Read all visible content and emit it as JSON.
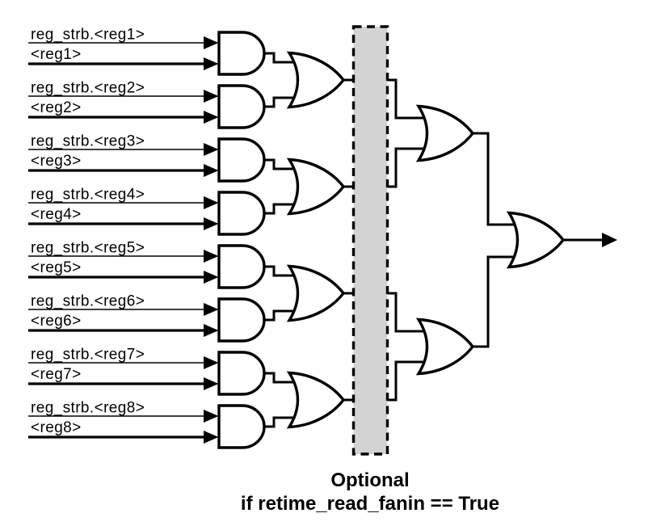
{
  "caption": {
    "line1": "Optional",
    "line2": "if retime_read_fanin == True"
  },
  "inputs": [
    {
      "strobe": "reg_strb.<reg1>",
      "reg": "<reg1>"
    },
    {
      "strobe": "reg_strb.<reg2>",
      "reg": "<reg2>"
    },
    {
      "strobe": "reg_strb.<reg3>",
      "reg": "<reg3>"
    },
    {
      "strobe": "reg_strb.<reg4>",
      "reg": "<reg4>"
    },
    {
      "strobe": "reg_strb.<reg5>",
      "reg": "<reg5>"
    },
    {
      "strobe": "reg_strb.<reg6>",
      "reg": "<reg6>"
    },
    {
      "strobe": "reg_strb.<reg7>",
      "reg": "<reg7>"
    },
    {
      "strobe": "reg_strb.<reg8>",
      "reg": "<reg8>"
    }
  ],
  "colors": {
    "wire": "#000000",
    "text": "#000000",
    "gate_fill": "#ffffff",
    "retime_region_fill": "#d3d3d3",
    "background": "#ffffff"
  },
  "structure": {
    "stage1_and_gates": 8,
    "stage2_or_gates": 4,
    "stage3_or_gates": 2,
    "final_or_gates": 1,
    "optional_region_border": "dashed"
  }
}
